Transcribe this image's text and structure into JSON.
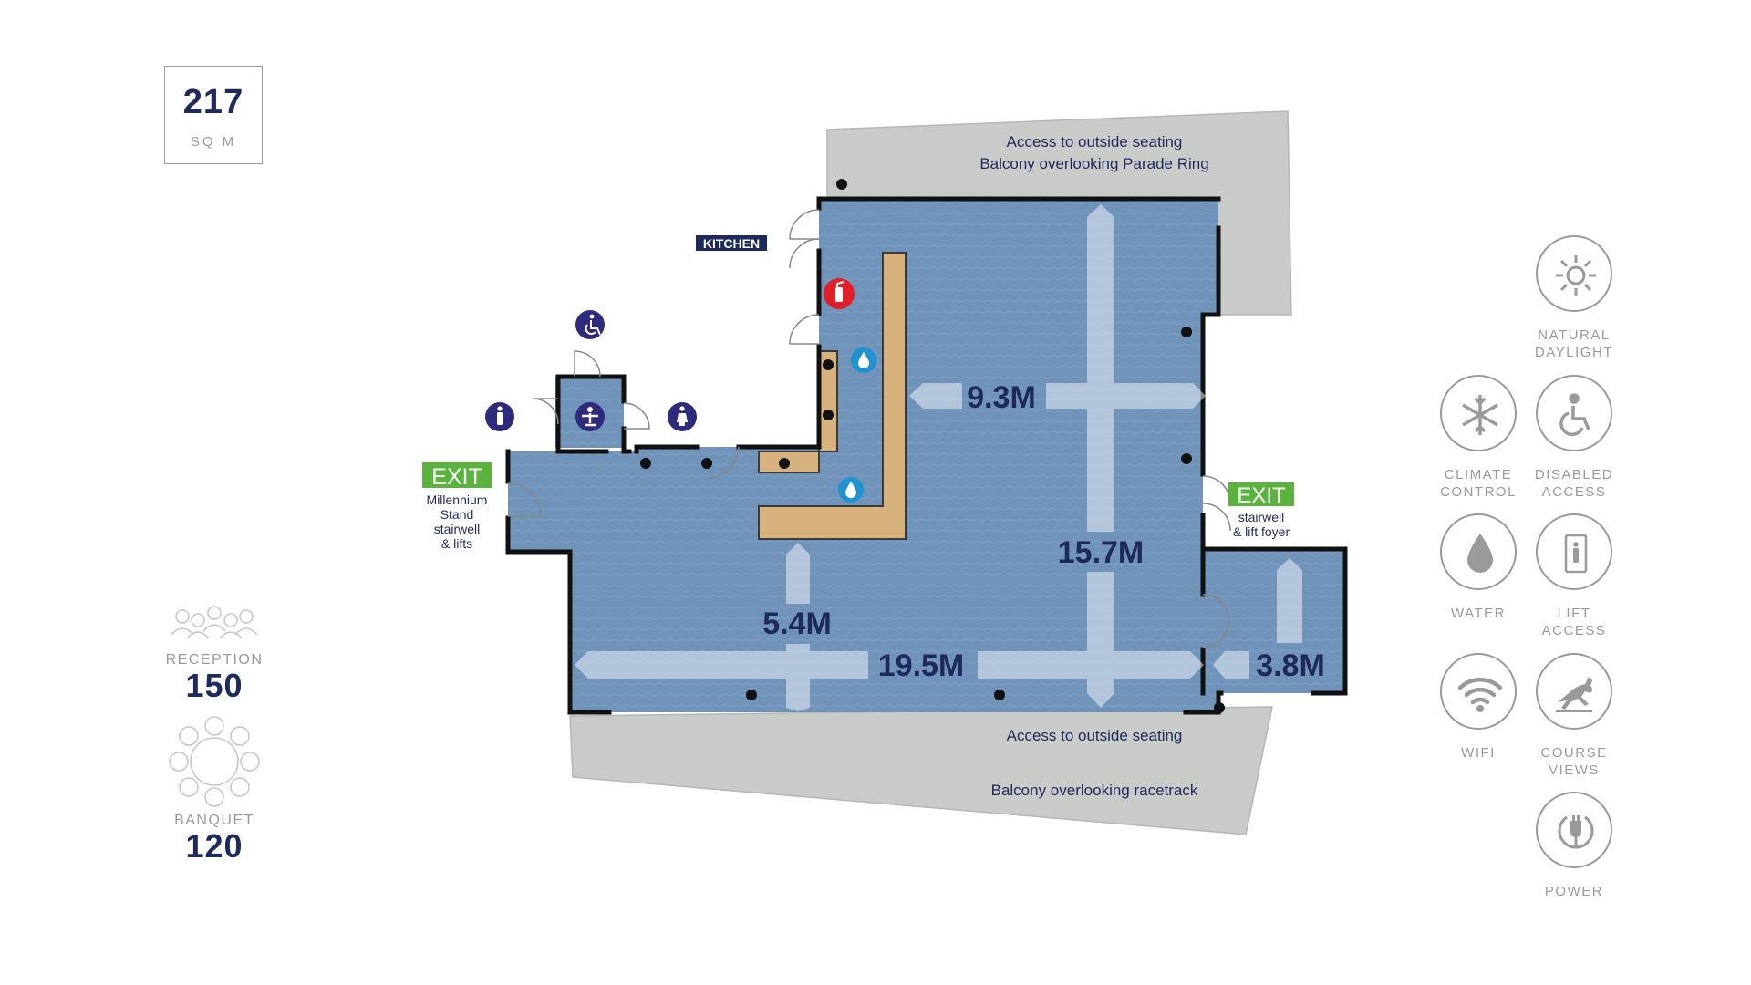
{
  "area": {
    "value": "217",
    "unit": "SQ M"
  },
  "capacity": [
    {
      "label": "RECEPTION",
      "value": "150"
    },
    {
      "label": "BANQUET",
      "value": "120"
    }
  ],
  "plan": {
    "labels": {
      "top_access": "Access to outside seating",
      "top_balcony": "Balcony overlooking Parade Ring",
      "bottom_access": "Access to outside seating",
      "bottom_balcony": "Balcony overlooking racetrack",
      "kitchen": "KITCHEN",
      "exit_left": "EXIT",
      "exit_left_note": [
        "Millennium",
        "Stand",
        "stairwell",
        "& lifts"
      ],
      "exit_right": "EXIT",
      "exit_right_note": [
        "stairwell",
        "& lift foyer"
      ]
    },
    "dimensions": {
      "width_top": "9.3M",
      "depth_main": "15.7M",
      "depth_left": "5.4M",
      "width_main": "19.5M",
      "side_room": "3.8M"
    }
  },
  "features": [
    {
      "label": [
        "NATURAL",
        "DAYLIGHT"
      ],
      "icon": "sun-icon"
    },
    {
      "label": [
        "CLIMATE",
        "CONTROL"
      ],
      "icon": "snowflake-icon"
    },
    {
      "label": [
        "DISABLED",
        "ACCESS"
      ],
      "icon": "wheelchair-icon"
    },
    {
      "label": [
        "WATER"
      ],
      "icon": "water-drop-icon"
    },
    {
      "label": [
        "LIFT",
        "ACCESS"
      ],
      "icon": "lift-icon"
    },
    {
      "label": [
        "WIFI"
      ],
      "icon": "wifi-icon"
    },
    {
      "label": [
        "COURSE",
        "VIEWS"
      ],
      "icon": "horse-jumping-icon"
    },
    {
      "label": [
        "POWER"
      ],
      "icon": "power-plug-icon"
    }
  ],
  "colors": {
    "navy": "#1f2a5c",
    "floor": "#6f93b9",
    "balcony": "#c9cbc8",
    "bar": "#d8b27d",
    "exit_green": "#5ab33c",
    "grey": "#9a9a9a",
    "extinguisher_red": "#e01f26",
    "water_blue": "#1f93d2"
  }
}
